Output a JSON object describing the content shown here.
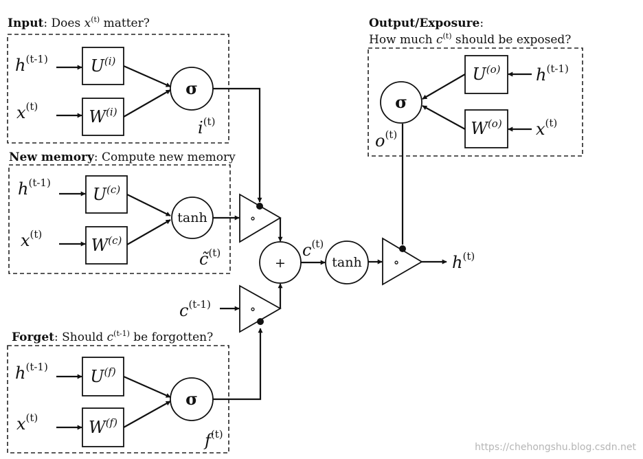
{
  "gates": {
    "input": {
      "title_bold": "Input",
      "title_rest": ": Does ",
      "title_var": "x",
      "title_sup": "(t)",
      "title_end": " matter?",
      "in_h": "h",
      "in_h_sup": "(t-1)",
      "in_x": "x",
      "in_x_sup": "(t)",
      "u_base": "U",
      "u_sup": "(i)",
      "w_base": "W",
      "w_sup": "(i)",
      "op": "σ",
      "out_var": "i",
      "out_sup": "(t)"
    },
    "memory": {
      "title_bold": "New memory",
      "title_rest": ": Compute new memory",
      "in_h": "h",
      "in_h_sup": "(t-1)",
      "in_x": "x",
      "in_x_sup": "(t)",
      "u_base": "U",
      "u_sup": "(c)",
      "w_base": "W",
      "w_sup": "(c)",
      "op": "tanh",
      "out_var": "c̃",
      "out_sup": "(t)"
    },
    "forget": {
      "title_bold": "Forget",
      "title_rest": ": Should ",
      "title_var": "c",
      "title_sup": "(t-1)",
      "title_end": " be forgotten?",
      "in_h": "h",
      "in_h_sup": "(t-1)",
      "in_x": "x",
      "in_x_sup": "(t)",
      "u_base": "U",
      "u_sup": "(f)",
      "w_base": "W",
      "w_sup": "(f)",
      "op": "σ",
      "out_var": "f",
      "out_sup": "(t)"
    },
    "output": {
      "title_bold": "Output/Exposure",
      "title_rest": ":",
      "subtitle_start": "How much ",
      "subtitle_var": "c",
      "subtitle_sup": "(t)",
      "subtitle_end": " should be exposed?",
      "in_h": "h",
      "in_h_sup": "(t-1)",
      "in_x": "x",
      "in_x_sup": "(t)",
      "u_base": "U",
      "u_sup": "(o)",
      "w_base": "W",
      "w_sup": "(o)",
      "op": "σ",
      "out_var": "o",
      "out_sup": "(t)"
    }
  },
  "center": {
    "prev_cell_var": "c",
    "prev_cell_sup": "(t-1)",
    "mult_symbol": "∘",
    "plus_symbol": "+",
    "cell_var": "c",
    "cell_sup": "(t)",
    "tanh": "tanh",
    "hidden_var": "h",
    "hidden_sup": "(t)"
  },
  "watermark": "https://chehongshu.blog.csdn.net"
}
